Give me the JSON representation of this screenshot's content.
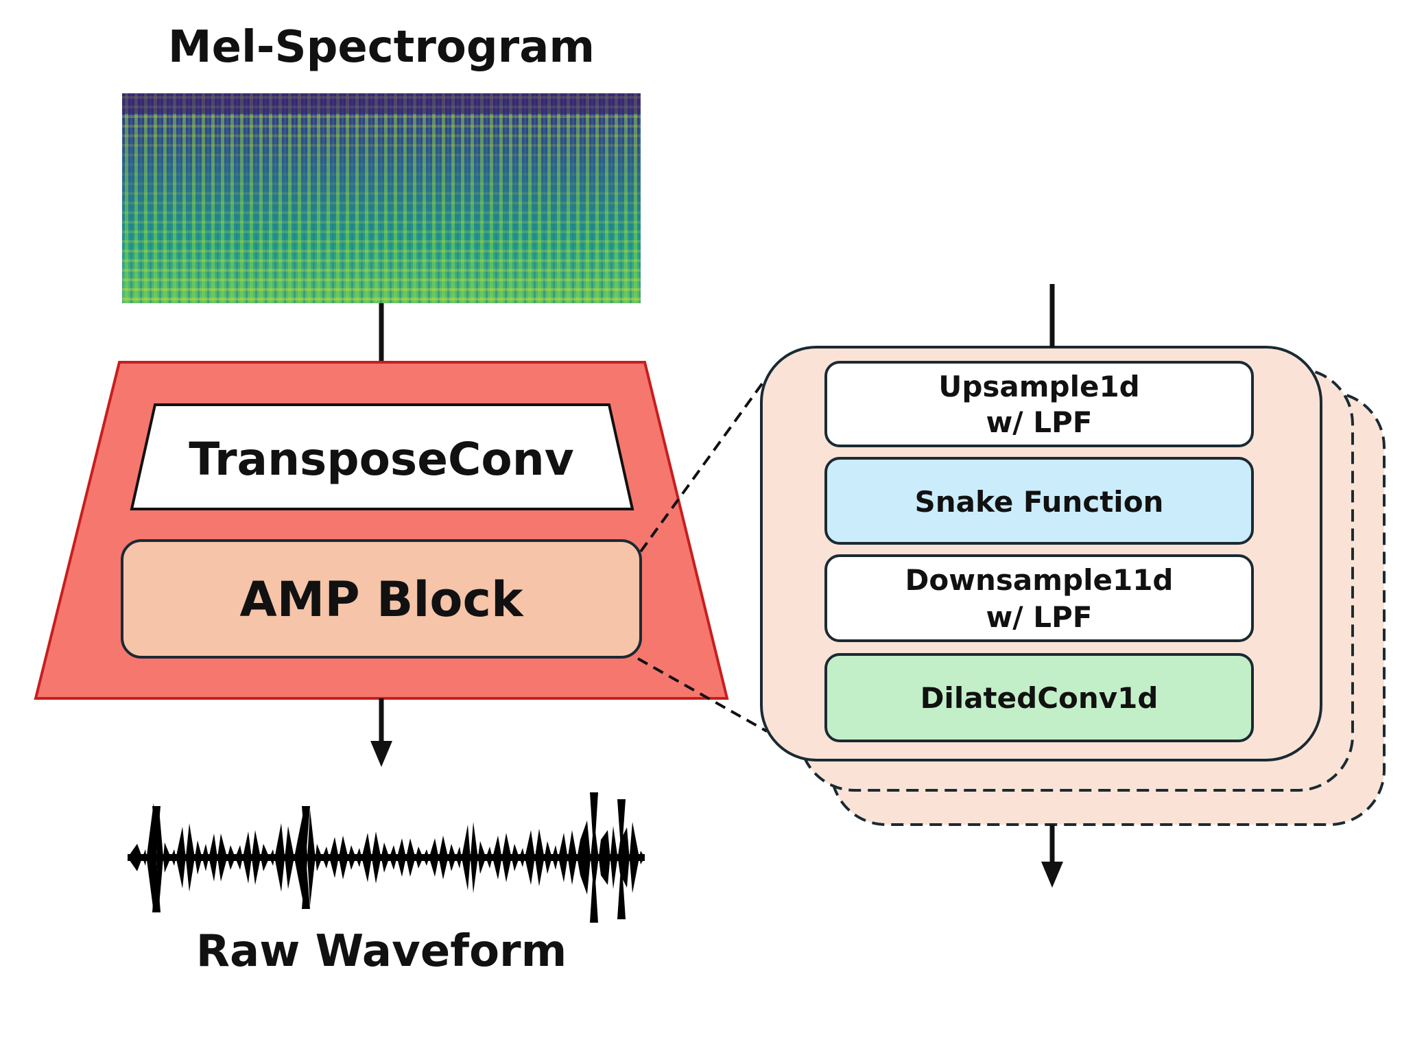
{
  "input_label": "Mel-Spectrogram",
  "output_label": "Raw Waveform",
  "generator": {
    "transpose_conv_label": "TransposeConv",
    "amp_block_label": "AMP Block"
  },
  "amp_detail": {
    "upsample_line1": "Upsample1d",
    "upsample_line2": "w/ LPF",
    "snake_label": "Snake Function",
    "downsample_line1": "Downsample11d",
    "downsample_line2": "w/ LPF",
    "dilated_label": "DilatedConv1d"
  },
  "colors": {
    "generator_fill": "#f6776e",
    "generator_stroke": "#c81e1e",
    "amp_fill": "#f5c4a9",
    "detail_fill": "#fae3d6",
    "snake_fill": "#cbecfb",
    "dilated_fill": "#c3efc8",
    "stroke": "#1a2a33"
  }
}
